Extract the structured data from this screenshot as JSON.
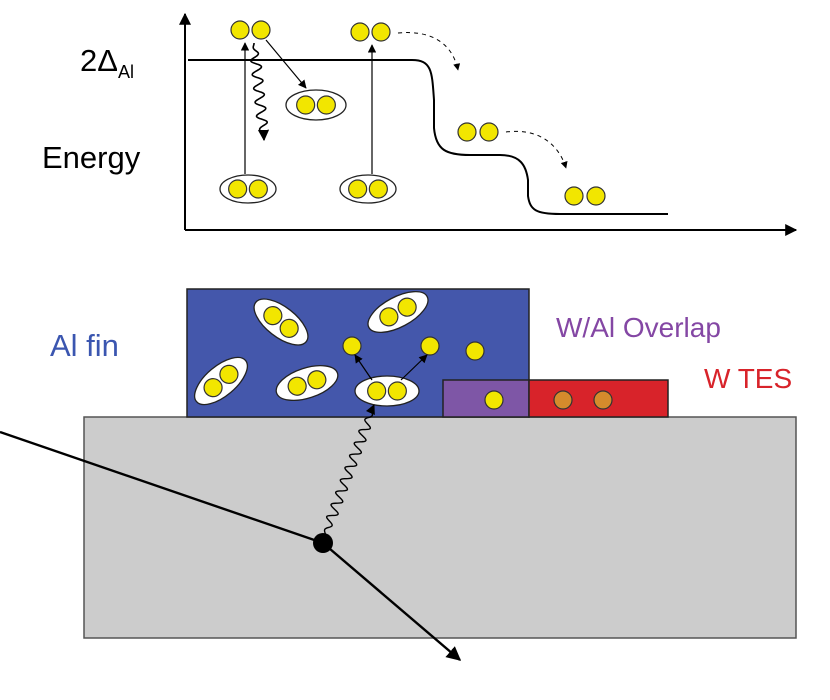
{
  "energy_diagram": {
    "gap_label_main": "2Δ",
    "gap_label_sub": "Al",
    "axis_label": "Energy"
  },
  "device": {
    "al_fin_label": "Al fin",
    "overlap_label": "W/Al Overlap",
    "tes_label": "W TES"
  },
  "colors": {
    "quasiparticle": "#f2e600",
    "quasiparticle_in_tes": "#d58a2c",
    "al_fin": "#4457ab",
    "overlap": "#7e56a6",
    "tes": "#d8232a",
    "substrate": "#cccccc",
    "al_fin_label": "#3b56b0",
    "overlap_label": "#8447a4",
    "tes_label": "#d8232a"
  },
  "icons": [
    "cooper-pair-icon",
    "quasiparticle-icon",
    "phonon-wave-icon",
    "particle-track-icon",
    "interaction-vertex-icon"
  ]
}
